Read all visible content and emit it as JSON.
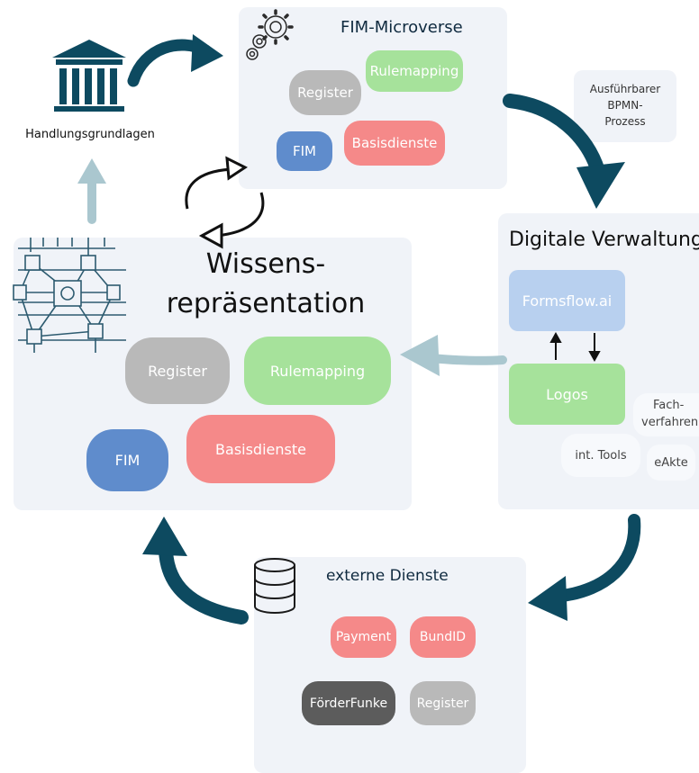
{
  "handlungsgrundlagen": {
    "label": "Handlungsgrundlagen"
  },
  "fim_microverse": {
    "title": "FIM-Microverse",
    "register": "Register",
    "rulemapping": "Rulemapping",
    "fim": "FIM",
    "basisdienste": "Basisdienste"
  },
  "bpmn_note": {
    "line1": "Ausführbarer",
    "line2": "BPMN-",
    "line3": "Prozess"
  },
  "wissens": {
    "title_line1": "Wissens-",
    "title_line2": "repräsentation",
    "register": "Register",
    "rulemapping": "Rulemapping",
    "fim": "FIM",
    "basisdienste": "Basisdienste"
  },
  "digitale_verwaltung": {
    "title": "Digitale Verwaltung",
    "formsflow": "Formsflow.ai",
    "logos": "Logos",
    "fach_line1": "Fach-",
    "fach_line2": "verfahren",
    "int_tools": "int. Tools",
    "eakte": "eAkte"
  },
  "externe_dienste": {
    "title": "externe Dienste",
    "payment": "Payment",
    "bundid": "BundID",
    "foerderfunke": "FörderFunke",
    "register": "Register"
  },
  "colors": {
    "panel": "#f0f3f8",
    "dark_teal": "#0d4a60",
    "light_teal": "#aac7cf",
    "register_gray": "#b9b9b9",
    "rulemapping_green": "#a6e29b",
    "fim_blue": "#5f8ccc",
    "basisdienste_red": "#f58989",
    "formsflow_blue": "#b8d0ef",
    "foerderfunke_gray": "#5c5c5c"
  }
}
